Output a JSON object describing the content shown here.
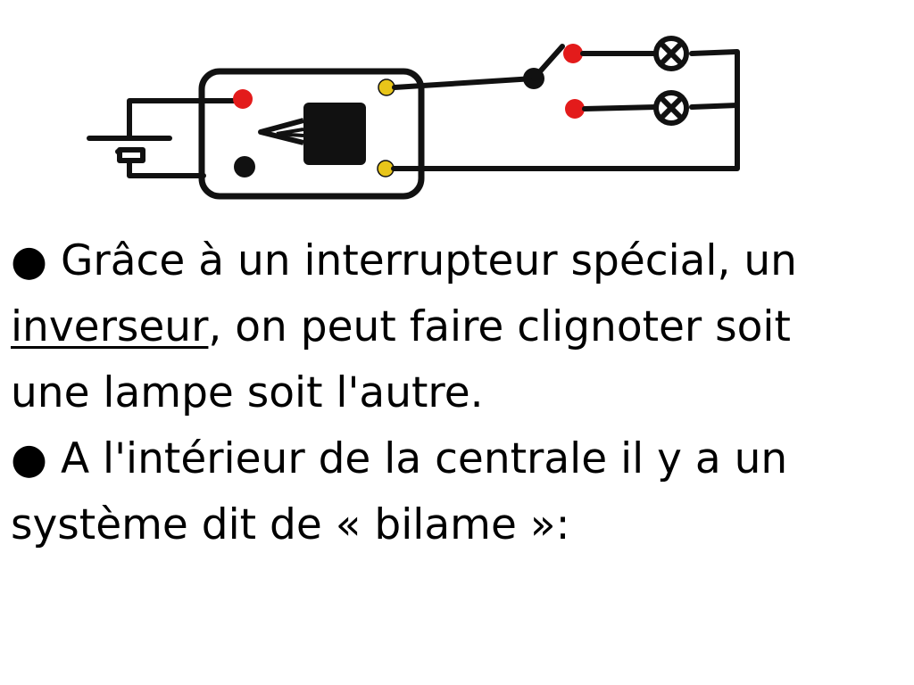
{
  "diagram": {
    "colors": {
      "stroke": "#111111",
      "red_terminal": "#e31b1b",
      "yellow_terminal": "#e8c51a",
      "black_terminal": "#111111"
    },
    "icons": [
      "battery-icon",
      "flasher-unit-icon",
      "switch-icon",
      "lamp-icon",
      "lamp-icon"
    ]
  },
  "content": {
    "bullet": "●",
    "p1_line1": "Grâce à un interrupteur spécial, un",
    "p1_term": "inverseur",
    "p1_line2_rest": ", on peut faire clignoter soit",
    "p1_line3": "une lampe soit l'autre.",
    "p2_line1": "A l'intérieur de la centrale il y a un",
    "p2_line2": "système dit de « bilame »:"
  }
}
